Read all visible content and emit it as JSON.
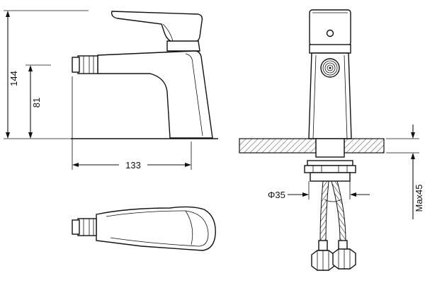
{
  "dimensions": {
    "height_total": "144",
    "height_spout": "81",
    "reach": "133",
    "hole_diameter": "Φ35",
    "max_deck_thickness": "Max45"
  },
  "colors": {
    "line": "#111111",
    "background": "#ffffff"
  }
}
